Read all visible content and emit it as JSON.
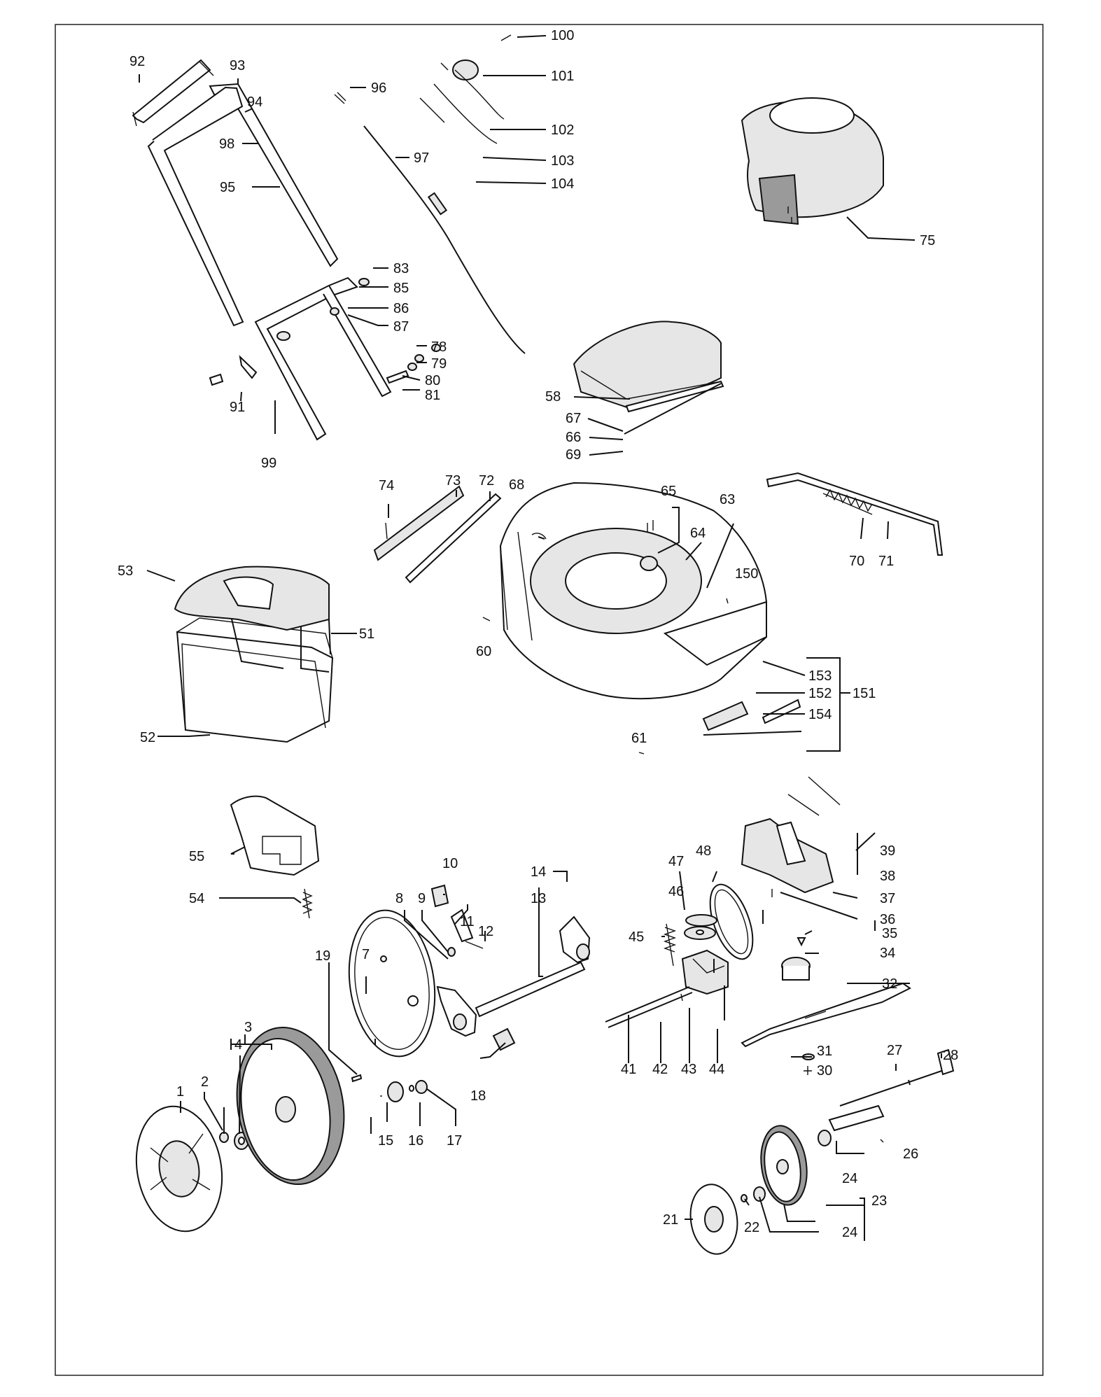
{
  "labels": {
    "l1": "1",
    "l2": "2",
    "l3": "3",
    "l4": "4",
    "l7": "7",
    "l8": "8",
    "l9": "9",
    "l10": "10",
    "l11": "11",
    "l12": "12",
    "l13": "13",
    "l14": "14",
    "l15": "15",
    "l16": "16",
    "l17": "17",
    "l18": "18",
    "l19": "19",
    "l21": "21",
    "l22": "22",
    "l23": "23",
    "l24a": "24",
    "l24b": "24",
    "l26": "26",
    "l27": "27",
    "l28": "28",
    "l30": "30",
    "l31": "31",
    "l32": "32",
    "l34": "34",
    "l35": "35",
    "l36": "36",
    "l37": "37",
    "l38": "38",
    "l39": "39",
    "l41": "41",
    "l42": "42",
    "l43": "43",
    "l44": "44",
    "l45": "45",
    "l46": "46",
    "l47": "47",
    "l48": "48",
    "l51": "51",
    "l52": "52",
    "l53": "53",
    "l54": "54",
    "l55": "55",
    "l58": "58",
    "l60": "60",
    "l61": "61",
    "l63": "63",
    "l64": "64",
    "l65": "65",
    "l66": "66",
    "l67": "67",
    "l68": "68",
    "l69": "69",
    "l70": "70",
    "l71": "71",
    "l72": "72",
    "l73": "73",
    "l74": "74",
    "l75": "75",
    "l78": "78",
    "l79": "79",
    "l80": "80",
    "l81": "81",
    "l83": "83",
    "l85": "85",
    "l86": "86",
    "l87": "87",
    "l91": "91",
    "l92": "92",
    "l93": "93",
    "l94": "94",
    "l95": "95",
    "l96": "96",
    "l97": "97",
    "l98": "98",
    "l99": "99",
    "l100": "100",
    "l101": "101",
    "l102": "102",
    "l103": "103",
    "l104": "104",
    "l150": "150",
    "l151": "151",
    "l152": "152",
    "l153": "153",
    "l154": "154"
  }
}
